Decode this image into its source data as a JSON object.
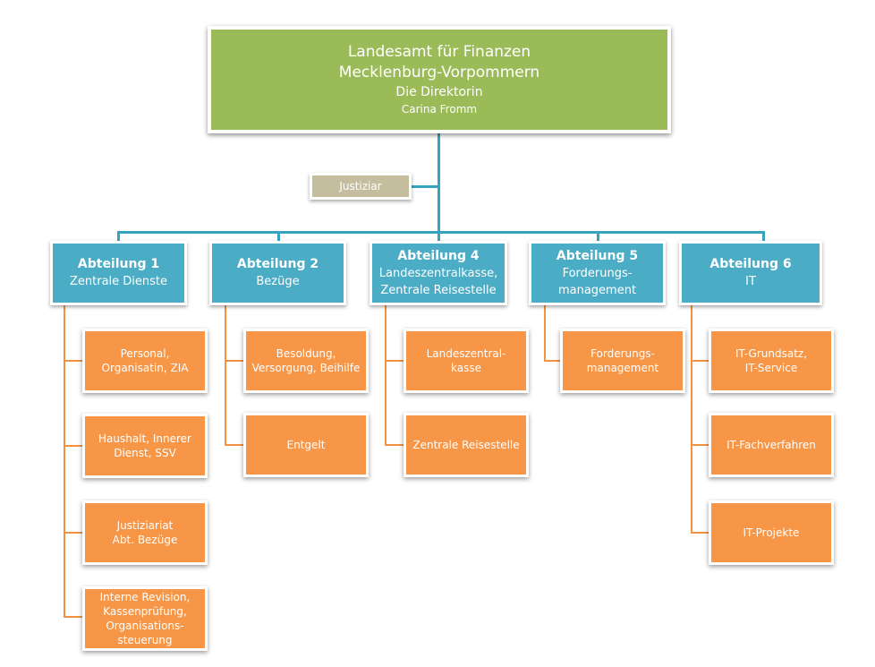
{
  "director": {
    "line1": "Landesamt für Finanzen",
    "line2": "Mecklenburg-Vorpommern",
    "line3": "Die Direktorin",
    "line4": "Carina Fromm"
  },
  "justiziar": "Justiziar",
  "departments": [
    {
      "title": "Abteilung 1",
      "subtitle": "Zentrale Dienste",
      "units": [
        "Personal, Organisatin, ZIA",
        "Haushalt, Innerer Dienst, SSV",
        "Justiziariat Abt. Bezüge",
        "Interne Revision, Kassenprüfung, Organisations-steuerung"
      ]
    },
    {
      "title": "Abteilung 2",
      "subtitle": "Bezüge",
      "units": [
        "Besoldung, Versorgung, Beihilfe",
        "Entgelt"
      ]
    },
    {
      "title": "Abteilung  4",
      "subtitle": "Landeszentralkasse, Zentrale Reisestelle",
      "units": [
        "Landeszentral-kasse",
        "Zentrale Reisestelle"
      ]
    },
    {
      "title": "Abteilung 5",
      "subtitle": "Forderungs-management",
      "units": [
        "Forderungs-management"
      ]
    },
    {
      "title": "Abteilung 6",
      "subtitle": "IT",
      "units": [
        "IT-Grundsatz, IT-Service",
        "IT-Fachverfahren",
        "IT-Projekte"
      ]
    }
  ]
}
